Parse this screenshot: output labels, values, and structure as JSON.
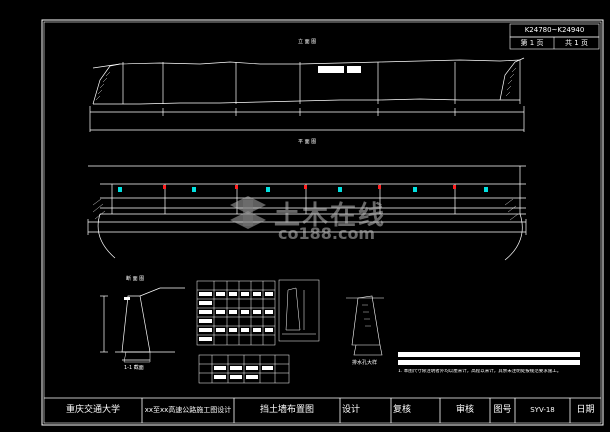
{
  "drawing": {
    "top_box": {
      "range": "K24780~K24940",
      "sheet_label": "第 1 页",
      "total_label": "共 1 页"
    },
    "elevation_title": "立 面 图",
    "plan_title": "平 面 图",
    "section_title": "断 面 图",
    "drain_title": "排水孔大样",
    "section_label": "1-1 截面",
    "note_text": "1. 本图尺寸除注明者外均以厘米计，高程以米计，其余未注明处按规范要求施工。",
    "watermark": {
      "cn": "土木在线",
      "url": "co188.com"
    },
    "title_block": {
      "school": "重庆交通大学",
      "project": "xx至xx高速公路施工图设计",
      "drawing_name": "挡土墙布置图",
      "design": "设计",
      "review": "复核",
      "audit": "审核",
      "drawing_no_label": "图号",
      "drawing_no": "SYV-18",
      "date": "日期"
    },
    "colors": {
      "background": "#000000",
      "line": "#ffffff",
      "red": "#ff2020",
      "cyan": "#00e0e0"
    }
  }
}
